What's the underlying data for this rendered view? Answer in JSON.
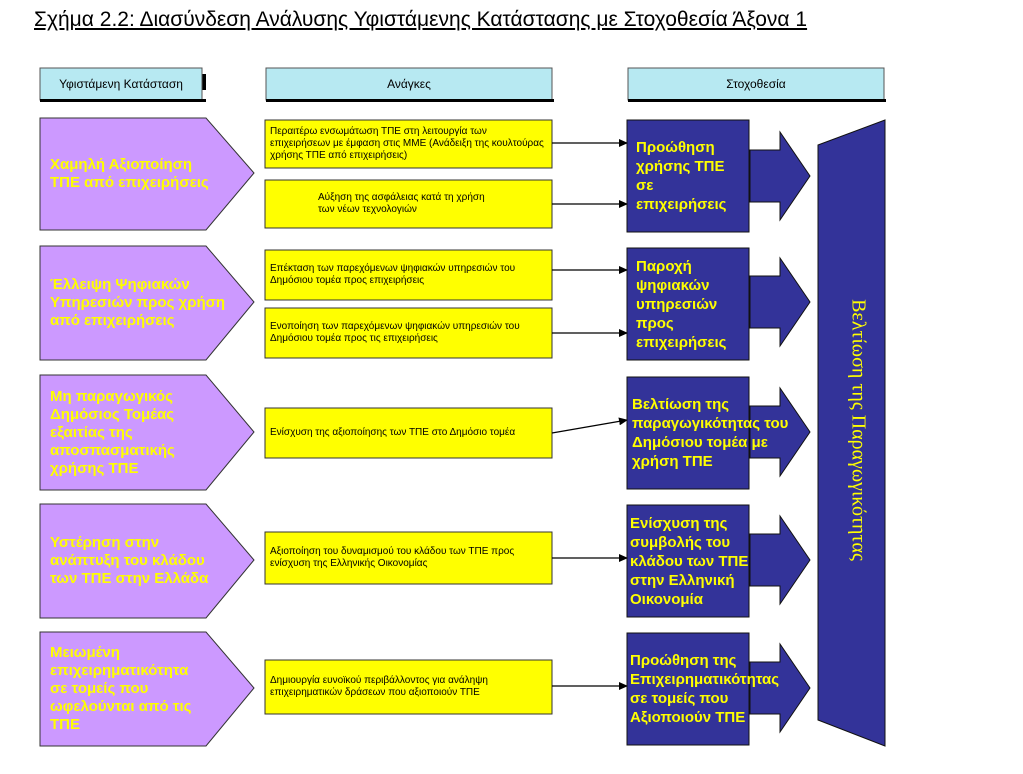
{
  "title": "Σχήμα 2.2: Διασύνδεση Ανάλυσης Υφιστάμενης Κατάστασης με Στοχοθεσία Άξονα 1",
  "headers": {
    "current": "Υφιστάμενη Κατάσταση",
    "needs": "Ανάγκες",
    "targets": "Στοχοθεσία"
  },
  "situations": [
    "Χαμηλή Αξιοποίηση ΤΠΕ από επιχειρήσεις",
    "Έλλειψη Ψηφιακών Υπηρεσιών προς χρήση από επιχειρήσεις",
    "Μη παραγωγικός Δημόσιος Τομέας εξαιτίας της αποσπασματικής χρήσης ΤΠΕ",
    "Υστέρηση στην ανάπτυξη του κλάδου των ΤΠΕ στην Ελλάδα",
    "Μειωμένη επιχειρηματικότητα σε τομείς που ωφελούνται από τις ΤΠΕ"
  ],
  "needs": [
    "Περαιτέρω ενσωμάτωση ΤΠΕ στη λειτουργία των επιχειρήσεων με έμφαση στις ΜΜΕ (Ανάδειξη της κουλτούρας χρήσης ΤΠΕ από επιχειρήσεις)",
    "Αύξηση της ασφάλειας κατά τη χρήση των νέων τεχνολογιών",
    "Επέκταση των παρεχόμενων ψηφιακών υπηρεσιών του Δημόσιου τομέα προς επιχειρήσεις",
    "Ενοποίηση των παρεχόμενων ψηφιακών υπηρεσιών του Δημόσιου τομέα προς τις επιχειρήσεις",
    "Ενίσχυση της αξιοποίησης των ΤΠΕ στο Δημόσιο τομέα",
    "Αξιοποίηση του δυναμισμού του κλάδου των ΤΠΕ προς ενίσχυση της Ελληνικής Οικονομίας",
    "Δημιουργία ευνοϊκού περιβάλλοντος για ανάληψη επιχειρηματικών δράσεων που αξιοποιούν ΤΠΕ"
  ],
  "targets": [
    "Προώθηση χρήσης ΤΠΕ σε επιχειρήσεις",
    "Παροχή ψηφιακών υπηρεσιών προς επιχειρήσεις",
    "Βελτίωση της παραγωγικότητας του Δημόσιου τομέα με χρήση ΤΠΕ",
    "Ενίσχυση της συμβολής του κλάδου των ΤΠΕ στην Ελληνική Οικονομία",
    "Προώθηση της Επιχειρηματικότητας σε τομείς που Αξιοποιούν ΤΠΕ"
  ],
  "goal": "Βελτίωση της Παραγωγικότητας",
  "colors": {
    "header_fill": "#b7e9f2",
    "situation_fill": "#cc99ff",
    "situation_text": "#ffff00",
    "need_fill": "#ffff00",
    "target_fill": "#333399",
    "target_text": "#ffff00"
  }
}
